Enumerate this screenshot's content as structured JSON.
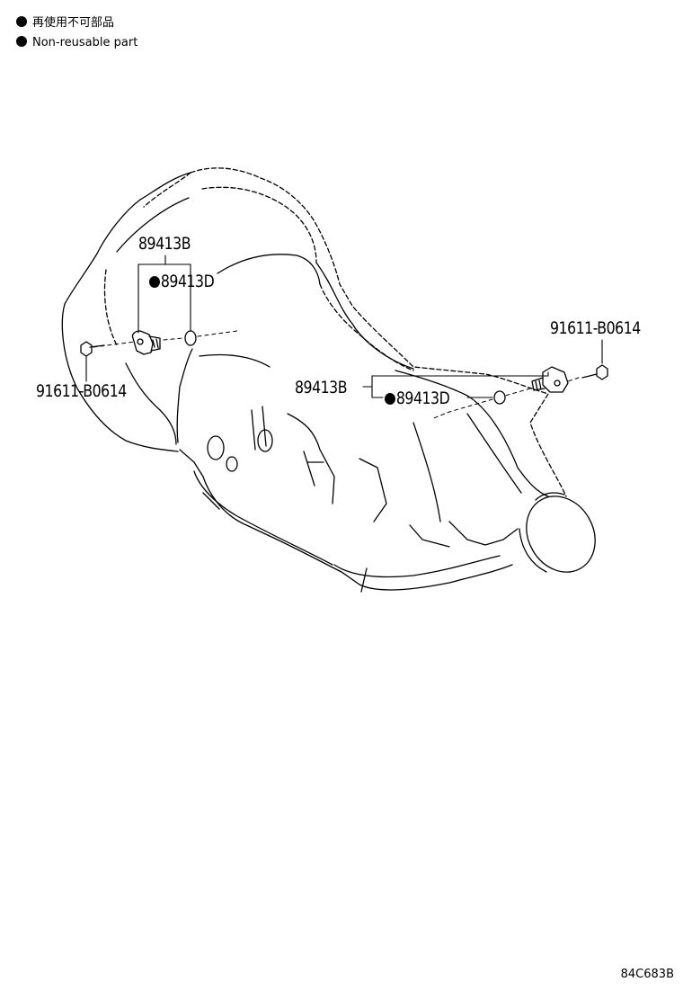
{
  "legend": {
    "marker_color": "#000000",
    "marker_icon": "filled-circle",
    "items": [
      {
        "text": "再使用不可部品"
      },
      {
        "text": "Non-reusable part"
      }
    ]
  },
  "callouts": {
    "left_sensor": "89413B",
    "left_oring": "89413D",
    "left_bolt": "91611-B0614",
    "right_sensor": "89413B",
    "right_oring": "89413D",
    "right_bolt": "91611-B0614"
  },
  "figure_code": "84C683B"
}
